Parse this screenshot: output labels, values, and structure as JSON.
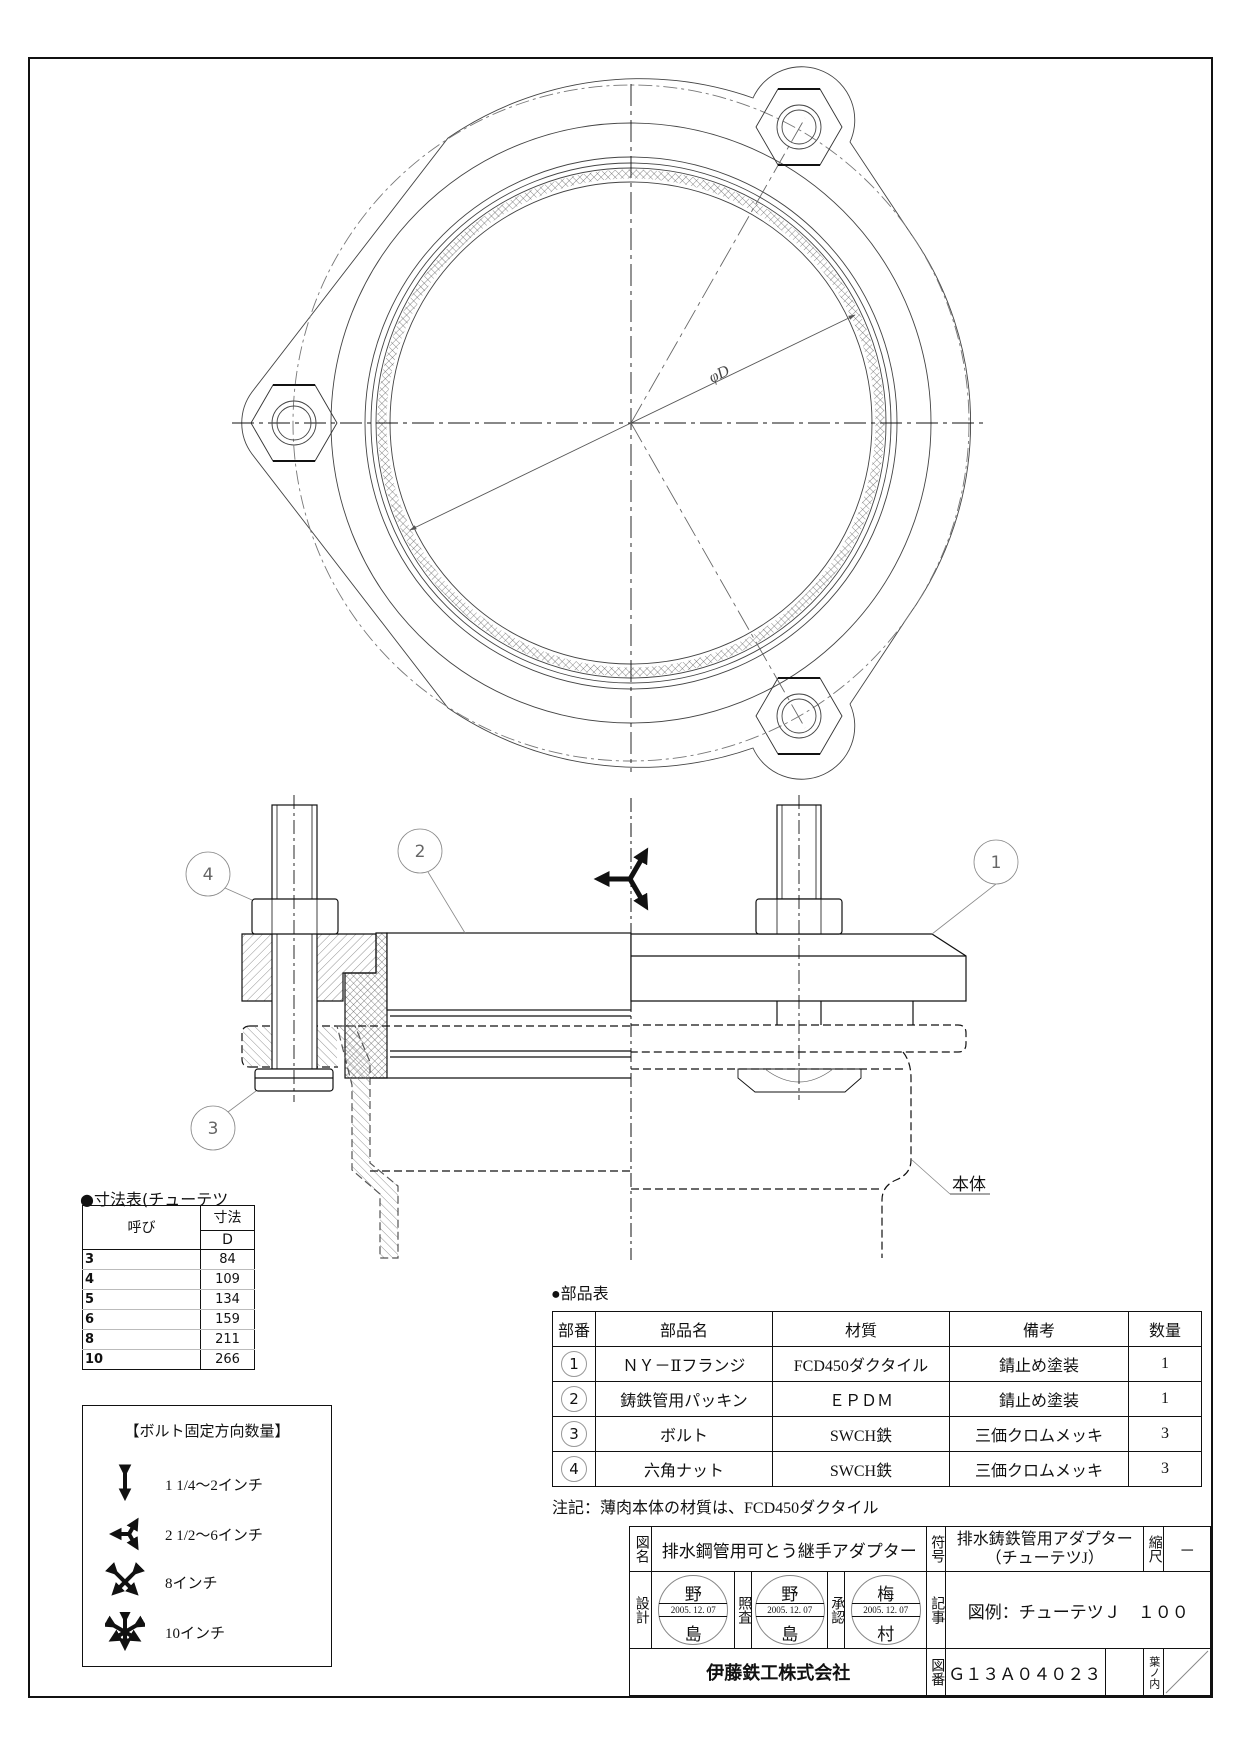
{
  "drawing": {
    "dimension_label": "φD",
    "body_label": "本体",
    "balloons": [
      "1",
      "2",
      "3",
      "4"
    ]
  },
  "dimension_table": {
    "title": "●寸法表(チューテツ",
    "header_nominal": "呼び",
    "header_dimension": "寸法",
    "header_d": "D",
    "rows": [
      {
        "nominal": "3",
        "d": "84"
      },
      {
        "nominal": "4",
        "d": "109"
      },
      {
        "nominal": "5",
        "d": "134"
      },
      {
        "nominal": "6",
        "d": "159"
      },
      {
        "nominal": "8",
        "d": "211"
      },
      {
        "nominal": "10",
        "d": "266"
      }
    ]
  },
  "bolt_legend": {
    "title": "【ボルト固定方向数量】",
    "items": [
      {
        "icon": "two-way-arrow-icon",
        "label": "1 1/4～2インチ"
      },
      {
        "icon": "three-way-arrow-icon",
        "label": "2 1/2～6インチ"
      },
      {
        "icon": "four-way-arrow-icon",
        "label": "8インチ"
      },
      {
        "icon": "six-way-arrow-icon",
        "label": "10インチ"
      }
    ]
  },
  "parts_table": {
    "title": "●部品表",
    "headers": [
      "部番",
      "部品名",
      "材質",
      "備考",
      "数量"
    ],
    "rows": [
      {
        "no": "1",
        "name": "ＮＹ－Ⅱフランジ",
        "material": "FCD450ダクタイル",
        "note": "錆止め塗装",
        "qty": "1"
      },
      {
        "no": "2",
        "name": "鋳鉄管用パッキン",
        "material": "ＥＰＤＭ",
        "note": "錆止め塗装",
        "qty": "1"
      },
      {
        "no": "3",
        "name": "ボルト",
        "material": "SWCH鉄",
        "note": "三価クロムメッキ",
        "qty": "3"
      },
      {
        "no": "4",
        "name": "六角ナット",
        "material": "SWCH鉄",
        "note": "三価クロムメッキ",
        "qty": "3"
      }
    ],
    "footnote": "注記：薄肉本体の材質は、FCD450ダクタイル"
  },
  "title_block": {
    "drawing_name_label": "図名",
    "drawing_name": "排水鋼管用可とう継手アダプター",
    "code_label": "符号",
    "code_line1": "排水鋳鉄管用アダプター",
    "code_line2": "（チューテツJ）",
    "scale_label": "縮尺",
    "scale_value": "－",
    "design_label": "設計",
    "check_label": "照査",
    "approve_label": "承認",
    "stamps": [
      {
        "top": "野",
        "date": "2005. 12. 07",
        "bottom": "島"
      },
      {
        "top": "野",
        "date": "2005. 12. 07",
        "bottom": "島"
      },
      {
        "top": "梅",
        "date": "2005. 12. 07",
        "bottom": "村"
      }
    ],
    "remarks_label": "記事",
    "remarks": "図例：チューテツＪ　１００",
    "company": "伊藤鉄工株式会社",
    "drawing_no_label": "図番",
    "drawing_no": "Ｇ１３Ａ０４０２３",
    "sheet_label": "葉ノ内"
  }
}
